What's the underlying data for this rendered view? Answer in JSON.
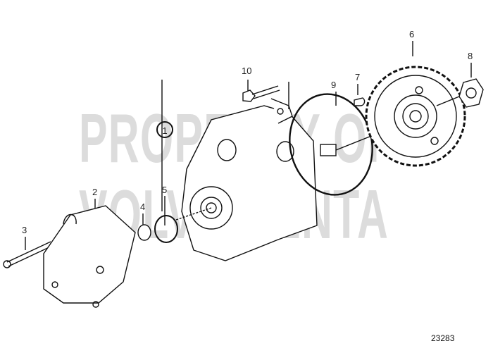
{
  "diagram": {
    "watermark": {
      "line1": "PROPERTY OF",
      "line2": "VOLVO PENTA"
    },
    "group_label": "1",
    "callouts": [
      {
        "id": "2",
        "label": "2"
      },
      {
        "id": "3",
        "label": "3"
      },
      {
        "id": "4",
        "label": "4"
      },
      {
        "id": "5",
        "label": "5"
      },
      {
        "id": "6",
        "label": "6"
      },
      {
        "id": "7",
        "label": "7"
      },
      {
        "id": "8",
        "label": "8"
      },
      {
        "id": "9",
        "label": "9"
      },
      {
        "id": "10",
        "label": "10"
      }
    ],
    "reference_number": "23283"
  }
}
